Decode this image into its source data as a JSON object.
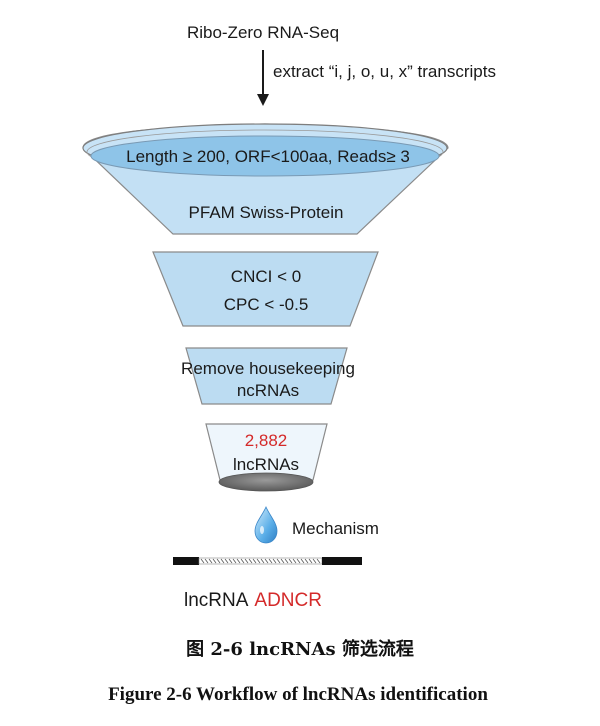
{
  "source_label": "Ribo-Zero RNA-Seq",
  "extract_label": "extract “i, j, o, u, x” transcripts",
  "funnel": {
    "top_filter": "Length ≥ 200, ORF<100aa, Reads≥ 3",
    "top_lower": "PFAM Swiss-Protein",
    "stage2_line1": "CNCI < 0",
    "stage2_line2": "CPC < -0.5",
    "stage3_line1": "Remove housekeeping",
    "stage3_line2": "ncRNAs",
    "result_count": "2,882",
    "result_label": "lncRNAs"
  },
  "mechanism_label": "Mechanism",
  "gene": {
    "prefix": "lncRNA",
    "name": "ADNCR"
  },
  "caption_cn": "图 2-6 lncRNAs 筛选流程",
  "caption_en": "Figure 2-6 Workflow of lncRNAs identification",
  "colors": {
    "funnel_fill": "#bcdcf2",
    "funnel_dark": "#8ec4e8",
    "funnel_stroke": "#8a8a8a",
    "highlight_red": "#d42a2a",
    "drop": "#5aaee8"
  }
}
